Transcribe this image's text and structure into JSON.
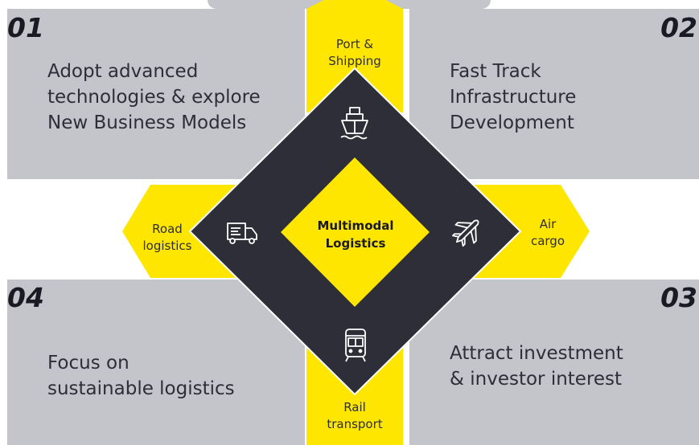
{
  "colors": {
    "panel": "#c4c4cb",
    "yellow": "#ffe600",
    "diamond": "#2e2e38",
    "text_dark": "#1a1a24"
  },
  "panels": [
    {
      "number": "01",
      "text": "Adopt advanced\ntechnologies & explore\nNew Business Models"
    },
    {
      "number": "02",
      "text": "Fast Track\nInfrastructure\nDevelopment"
    },
    {
      "number": "03",
      "text": "Attract investment\n& investor interest"
    },
    {
      "number": "04",
      "text": "Focus on\nsustainable logistics"
    }
  ],
  "center": {
    "label": "Multimodal\nLogistics"
  },
  "modes": {
    "port": {
      "label": "Port &\nShipping",
      "icon": "ship-icon"
    },
    "road": {
      "label": "Road\nlogistics",
      "icon": "truck-icon"
    },
    "air": {
      "label": "Air\ncargo",
      "icon": "airplane-icon"
    },
    "rail": {
      "label": "Rail\ntransport",
      "icon": "train-icon"
    }
  }
}
